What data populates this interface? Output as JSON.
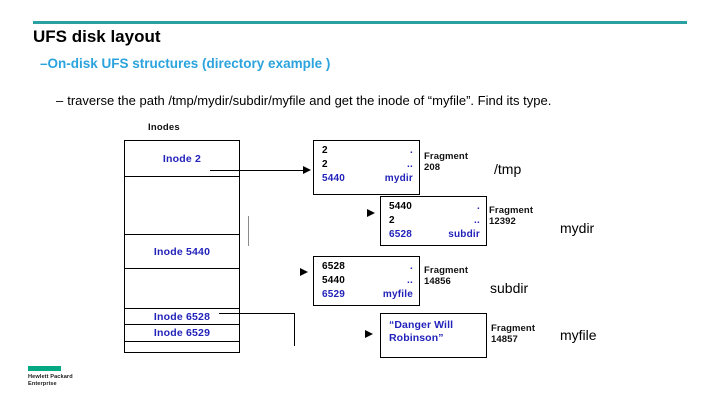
{
  "slide": {
    "title": "UFS disk layout",
    "sub_bullet": "–On-disk UFS structures (directory example )",
    "body_dash": "–",
    "body_text": "traverse the path /tmp/mydir/subdir/myfile and get the inode of “myfile”. Find its type.",
    "rule_color": "#2aa0a0",
    "sub_bullet_color": "#2ba3dd"
  },
  "inodes": {
    "caption": "Inodes",
    "rows": [
      {
        "label": "Inode 2"
      },
      {
        "label": ""
      },
      {
        "label": "Inode 5440"
      },
      {
        "label": ""
      },
      {
        "label": "Inode 6528"
      },
      {
        "label": "Inode 6529"
      },
      {
        "label": ""
      }
    ]
  },
  "fragments": [
    {
      "entries": [
        {
          "inum": "2",
          "name": "."
        },
        {
          "inum": "2",
          "name": ".."
        },
        {
          "inum": "5440",
          "name": "mydir"
        }
      ],
      "label_word": "Fragment",
      "label_number": "208",
      "path": "/tmp"
    },
    {
      "entries": [
        {
          "inum": "5440",
          "name": "."
        },
        {
          "inum": "2",
          "name": ".."
        },
        {
          "inum": "6528",
          "name": "subdir"
        }
      ],
      "label_word": "Fragment",
      "label_number": "12392",
      "path": "mydir"
    },
    {
      "entries": [
        {
          "inum": "6528",
          "name": "."
        },
        {
          "inum": "5440",
          "name": ".."
        },
        {
          "inum": "6529",
          "name": "myfile"
        }
      ],
      "label_word": "Fragment",
      "label_number": "14856",
      "path": "subdir"
    }
  ],
  "data_fragment": {
    "content_line1": "“Danger Will",
    "content_line2": "Robinson”",
    "label_word": "Fragment",
    "label_number": "14857",
    "path": "myfile"
  },
  "logo": {
    "brand_line1": "Hewlett Packard",
    "brand_line2": "Enterprise",
    "bar_color": "#02a982"
  }
}
